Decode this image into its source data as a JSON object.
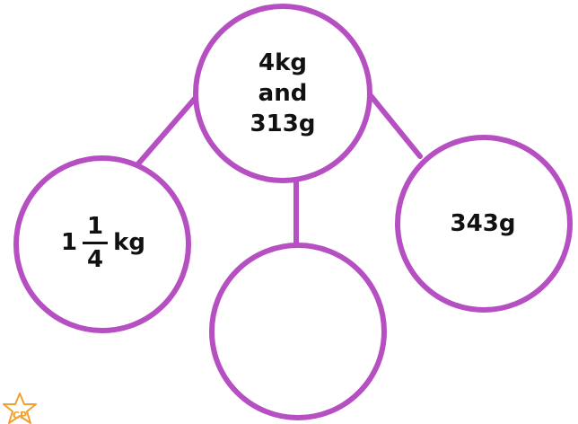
{
  "colors": {
    "circle_stroke": "#b64fc2",
    "text": "#111111",
    "logo": "#f0a030"
  },
  "nodes": {
    "top": {
      "line1": "4kg",
      "line2": "and",
      "line3": "313g"
    },
    "left": {
      "whole": "1",
      "numerator": "1",
      "denominator": "4",
      "unit": "kg"
    },
    "right": {
      "value": "343g"
    },
    "bottom": {
      "value": ""
    }
  },
  "logo": {
    "text": "CP",
    "icon": "star-icon"
  }
}
